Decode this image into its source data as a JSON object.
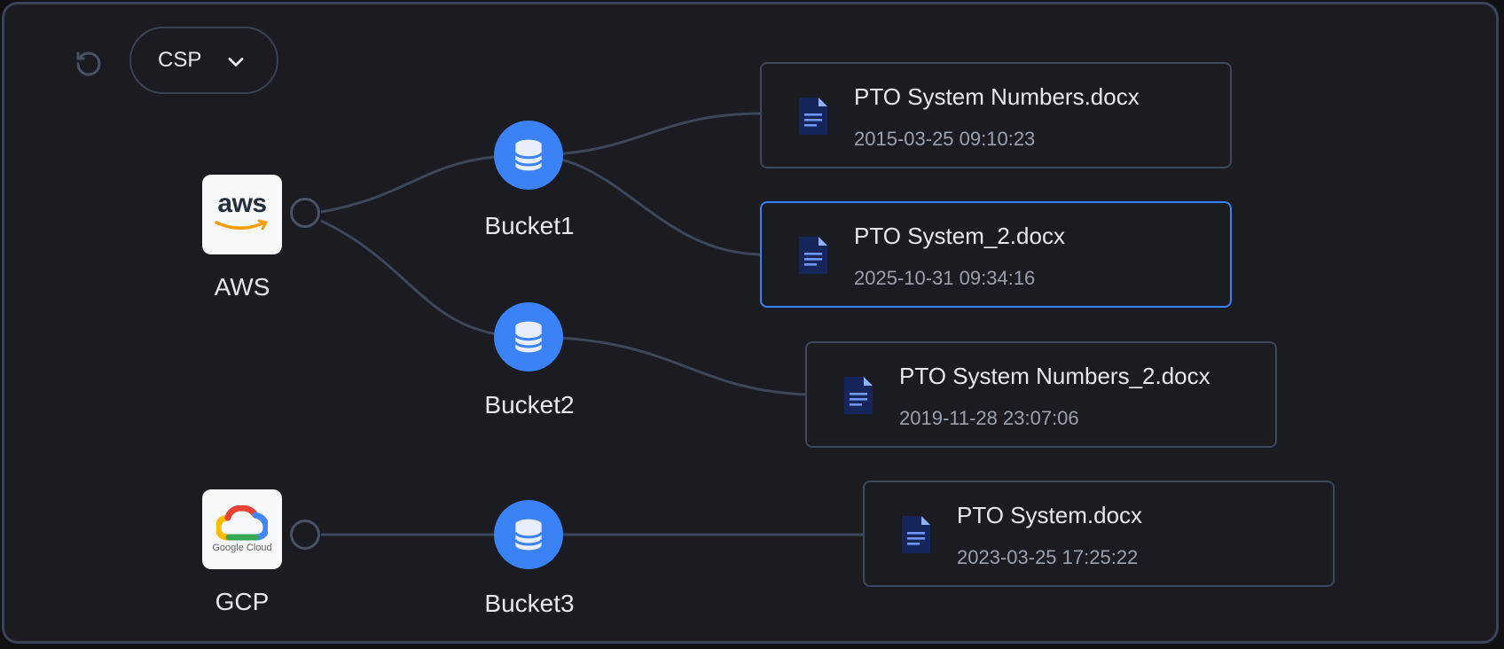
{
  "toolbar": {
    "reset_icon": "reset-icon",
    "csp_select": {
      "label": "CSP",
      "icon": "chevron-down-icon"
    }
  },
  "providers": [
    {
      "label": "AWS",
      "logo_text": "aws",
      "icon": "aws-logo"
    },
    {
      "label": "GCP",
      "logo_text": "Google Cloud",
      "icon": "google-cloud-logo"
    }
  ],
  "buckets": [
    {
      "label": "Bucket1",
      "icon": "database-icon"
    },
    {
      "label": "Bucket2",
      "icon": "database-icon"
    },
    {
      "label": "Bucket3",
      "icon": "database-icon"
    }
  ],
  "files": [
    {
      "name": "PTO System Numbers.docx",
      "date": "2015-03-25 09:10:23",
      "selected": false
    },
    {
      "name": "PTO System_2.docx",
      "date": "2025-10-31 09:34:16",
      "selected": true
    },
    {
      "name": "PTO System Numbers_2.docx",
      "date": "2019-11-28 23:07:06",
      "selected": false
    },
    {
      "name": "PTO System.docx",
      "date": "2023-03-25 17:25:22",
      "selected": false
    }
  ],
  "colors": {
    "background": "#1a1c21",
    "border": "#3b4456",
    "accent": "#3b82f6",
    "link": "#3e4759",
    "text": "#e6e8ec",
    "muted_text": "#9aa1ad"
  }
}
